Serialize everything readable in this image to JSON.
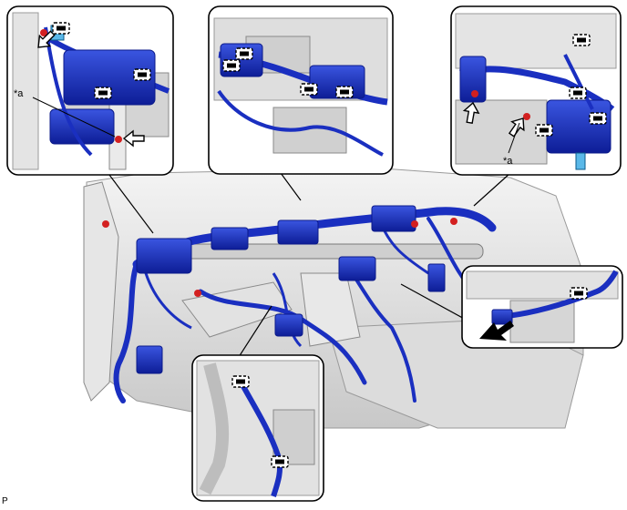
{
  "callouts": {
    "top_left_marker": "*a",
    "top_right_marker": "*a"
  },
  "figure_code": "P",
  "colors": {
    "harness": "#1a2fc0",
    "harness_dark": "#0b1a8a",
    "clip_red": "#d32020",
    "frame": "#000000",
    "part_grey": "#d8d8d8",
    "part_light": "#efefef",
    "part_line": "#8a8a8a"
  },
  "icons": [
    "clip-marker-icon",
    "push-arrow-icon",
    "solid-arrow-icon",
    "red-clamp-icon"
  ]
}
